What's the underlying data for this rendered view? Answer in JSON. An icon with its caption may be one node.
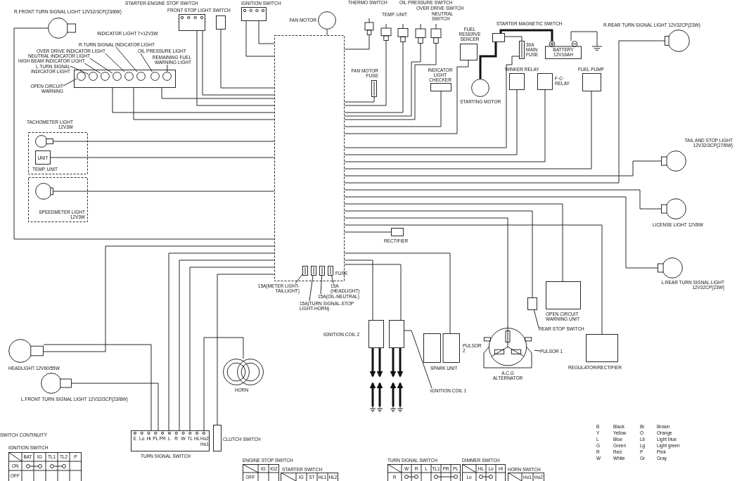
{
  "diagram": {
    "nodes": [
      {
        "text": [
          "STARTER-ENGINE STOP SWITCH"
        ]
      },
      {
        "text": [
          "FRONT STOP LIGHT SWITCH"
        ]
      },
      {
        "text": [
          "IGNITION SWITCH"
        ]
      },
      {
        "text": [
          "R.FRONT TURN SIGNAL LIGHT 12V32/3CP(23/8W)"
        ]
      },
      {
        "text": [
          "FAN MOTOR"
        ]
      },
      {
        "text": [
          "THERMO SWITCH"
        ]
      },
      {
        "text": [
          "TEMP. UNIT"
        ]
      },
      {
        "text": [
          "OIL PRESSURE SWITCH"
        ]
      },
      {
        "text": [
          "OVER DRIVE SWITCH"
        ]
      },
      {
        "text": [
          "NEUTRAL SWITCH"
        ]
      },
      {
        "text": [
          "FUEL RESERVE SENCER"
        ]
      },
      {
        "text": [
          "STARTING MOTOR"
        ]
      },
      {
        "text": [
          "STARTER MAGNETIC SWITCH"
        ]
      },
      {
        "text": [
          "30A MAIN FUSE"
        ]
      },
      {
        "text": [
          "BATTERY 12V16AH"
        ]
      },
      {
        "text": [
          "R.REAR TURN SIGNAL LIGHT 12V32CP(23W)"
        ]
      },
      {
        "text": [],
        "shape": "box"
      },
      {
        "text": [],
        "shape": "circle",
        "in": 16
      },
      {
        "text": [],
        "shape": "circle",
        "in": 16
      },
      {
        "text": [],
        "shape": "circle",
        "in": 16
      },
      {
        "text": [],
        "shape": "circle",
        "in": 16
      },
      {
        "text": [],
        "shape": "circle",
        "in": 16
      },
      {
        "text": [],
        "shape": "circle",
        "in": 16
      },
      {
        "text": [],
        "shape": "circle",
        "in": 16
      },
      {
        "text": [],
        "shape": "circle",
        "in": 16
      },
      {
        "text": [
          "OPEN CIRCUIT WARNING"
        ]
      },
      {
        "text": [
          "L.TURN SIGNAL INDICATOR LIGHT"
        ]
      },
      {
        "text": [
          "HIGH BEAM INDICATOR LIGHT"
        ]
      },
      {
        "text": [
          "NEUTRAL INDICATOR LIGHT"
        ]
      },
      {
        "text": [
          "OVER DRIVE INDICATOR LIGHT"
        ]
      },
      {
        "text": [
          "R.TURN SIGNAL INDICATOR LIGHT"
        ]
      },
      {
        "text": [
          "OIL PRESSURE LIGHT"
        ]
      },
      {
        "text": [
          "REMAINING FUEL WARNING LIGHT"
        ]
      },
      {
        "text": [
          "WINKER RELAY"
        ]
      },
      {
        "text": [
          "F·C· RELAY"
        ]
      },
      {
        "text": [
          "FUEL PUMP"
        ]
      },
      {
        "text": [
          "INDICATOR LIGHT CHECKER"
        ]
      },
      {
        "text": [
          "FAN MOTOR FUSE"
        ]
      },
      {
        "text": [
          "TACHOMETER LIGHT 12V3W"
        ]
      },
      {
        "text": [
          "UNIT",
          "TEMP. UNIT"
        ]
      },
      {
        "text": [
          "SPEEDMETER LIGHT 12V3W"
        ]
      },
      {
        "text": [],
        "shape": "box"
      },
      {
        "text": [],
        "shape": "fuse",
        "in": 41
      },
      {
        "text": [],
        "shape": "fuse",
        "in": 41
      },
      {
        "text": [],
        "shape": "fuse",
        "in": 41
      },
      {
        "text": [],
        "shape": "fuse",
        "in": 41
      },
      {
        "text": [
          "15A(METER LIGHT-TAILLIGHT)"
        ]
      },
      {
        "text": [
          "15A (HEADLIGHT)"
        ]
      },
      {
        "text": [
          "15A(OIL-NEUTRAL)"
        ]
      },
      {
        "text": [
          "15A(TURN SIGNAL-STOP LIGHT-HORN)"
        ]
      },
      {
        "text": [
          "RECTIFIER"
        ]
      },
      {
        "text": [
          "TAIL AND STOP LIGHT 12V32/3CP(27/8W)"
        ]
      },
      {
        "text": [
          "LICENSE LIGHT 12V8W"
        ]
      },
      {
        "text": [
          "L.REAR TURN SIGNAL LIGHT 12V32CP(23W)"
        ]
      },
      {
        "text": [
          "OPEN CIRCUIT WARNING UNIT"
        ]
      },
      {
        "text": [
          "REAR STOP SWITCH"
        ]
      },
      {
        "text": [],
        "shape": "box"
      },
      {
        "text": [
          "IGNITION COIL 2"
        ]
      },
      {
        "text": [],
        "shape": "box"
      },
      {
        "text": [
          "IGNITION COIL 1"
        ]
      },
      {
        "text": [
          "SPARK UNIT"
        ]
      },
      {
        "text": [
          "A.C.G ALTERNATOR"
        ]
      },
      {
        "text": [
          "PULSOR 1"
        ]
      },
      {
        "text": [
          "REGULATOR/RECTIFIER"
        ]
      },
      {
        "text": [
          "HEADLIGHT 12V60/55W"
        ]
      },
      {
        "text": [
          "L.FRONT TURN SIGNAL LIGHT 12V32/3CP(23/8W)"
        ]
      },
      {
        "text": [
          "HORN"
        ]
      },
      {
        "text": [
          "TURN SIGNAL SWITCH",
          "E",
          "Lo",
          "Hi",
          "PL",
          "PR",
          "L",
          "R",
          "W",
          "TL",
          "HL",
          "Ho2",
          "Ho1"
        ]
      },
      {
        "text": [
          "CLUTCH SWITCH"
        ]
      },
      {
        "text": [],
        "shape": "ground"
      },
      {
        "text": [],
        "shape": "ground"
      },
      {
        "text": [],
        "shape": "ground"
      },
      {
        "text": [],
        "shape": "ground"
      },
      {
        "text": [],
        "shape": "ground"
      }
    ],
    "edges": [
      {
        "from": 0,
        "to": 41,
        "arrow": "none"
      },
      {
        "from": 0,
        "to": 41,
        "arrow": "none"
      },
      {
        "from": 1,
        "to": 41,
        "arrow": "none"
      },
      {
        "from": 2,
        "to": 41,
        "arrow": "none"
      },
      {
        "from": 2,
        "to": 41,
        "arrow": "none"
      },
      {
        "from": 3,
        "to": 41,
        "arrow": "none"
      },
      {
        "from": 4,
        "to": 41,
        "arrow": "none"
      },
      {
        "from": 5,
        "to": 41,
        "arrow": "none"
      },
      {
        "from": 6,
        "to": 41,
        "arrow": "none"
      },
      {
        "from": 7,
        "to": 41,
        "arrow": "none"
      },
      {
        "from": 8,
        "to": 41,
        "arrow": "none"
      },
      {
        "from": 9,
        "to": 41,
        "arrow": "none"
      },
      {
        "from": 10,
        "to": 41,
        "arrow": "none"
      },
      {
        "from": 36,
        "to": 41,
        "arrow": "none"
      },
      {
        "from": 37,
        "to": 41,
        "arrow": "none"
      },
      {
        "from": 12,
        "to": 11,
        "arrow": "none",
        "style": "thick"
      },
      {
        "from": 14,
        "to": 12,
        "arrow": "none",
        "style": "thick"
      },
      {
        "from": 13,
        "to": 12,
        "arrow": "none"
      },
      {
        "from": 13,
        "to": 41,
        "arrow": "none"
      },
      {
        "from": 14,
        "to": 69,
        "arrow": "none"
      },
      {
        "from": 33,
        "to": 41,
        "arrow": "none"
      },
      {
        "from": 34,
        "to": 41,
        "arrow": "none"
      },
      {
        "from": 35,
        "to": 41,
        "arrow": "none"
      },
      {
        "from": 51,
        "to": 41,
        "arrow": "none"
      },
      {
        "from": 15,
        "to": 41,
        "arrow": "none"
      },
      {
        "from": 52,
        "to": 41,
        "arrow": "none"
      },
      {
        "from": 53,
        "to": 41,
        "arrow": "none"
      },
      {
        "from": 54,
        "to": 41,
        "arrow": "none"
      },
      {
        "from": 56,
        "to": 41,
        "arrow": "none"
      },
      {
        "from": 61,
        "to": 41,
        "arrow": "none"
      },
      {
        "from": 63,
        "to": 41,
        "arrow": "none"
      },
      {
        "from": 60,
        "to": 41,
        "arrow": "none"
      },
      {
        "from": 50,
        "to": 41,
        "arrow": "none"
      },
      {
        "from": 57,
        "to": 41,
        "arrow": "none"
      },
      {
        "from": 58,
        "to": 41,
        "arrow": "none"
      },
      {
        "from": 57,
        "to": null,
        "arrow": "to",
        "style": "thick"
      },
      {
        "from": 57,
        "to": null,
        "arrow": "to",
        "style": "thick"
      },
      {
        "from": 58,
        "to": null,
        "arrow": "to",
        "style": "thick"
      },
      {
        "from": 58,
        "to": null,
        "arrow": "to",
        "style": "thick"
      },
      {
        "from": 64,
        "to": 67,
        "arrow": "none"
      },
      {
        "from": 64,
        "to": 41,
        "arrow": "none"
      },
      {
        "from": 65,
        "to": 67,
        "arrow": "none"
      },
      {
        "from": 66,
        "to": 67,
        "arrow": "none"
      },
      {
        "from": 67,
        "to": 41,
        "arrow": "none"
      },
      {
        "from": 67,
        "to": 41,
        "arrow": "none"
      },
      {
        "from": 67,
        "to": 41,
        "arrow": "none"
      },
      {
        "from": 68,
        "to": 41,
        "arrow": "none"
      },
      {
        "from": 38,
        "to": 41,
        "arrow": "none"
      },
      {
        "from": 39,
        "to": 41,
        "arrow": "none"
      },
      {
        "from": 40,
        "to": 41,
        "arrow": "none"
      },
      {
        "from": 16,
        "to": 41,
        "arrow": "none"
      },
      {
        "from": 16,
        "to": 41,
        "arrow": "none"
      },
      {
        "from": 16,
        "to": 41,
        "arrow": "none"
      },
      {
        "from": 25,
        "to": 17,
        "arrow": "none"
      },
      {
        "from": 26,
        "to": 18,
        "arrow": "none"
      },
      {
        "from": 27,
        "to": 19,
        "arrow": "none"
      },
      {
        "from": 28,
        "to": 20,
        "arrow": "none"
      },
      {
        "from": 29,
        "to": 21,
        "arrow": "none"
      },
      {
        "from": 30,
        "to": 22,
        "arrow": "none"
      },
      {
        "from": 31,
        "to": 23,
        "arrow": "none"
      },
      {
        "from": 32,
        "to": 24,
        "arrow": "none"
      },
      {
        "from": 46,
        "to": 42,
        "arrow": "none"
      },
      {
        "from": 47,
        "to": 45,
        "arrow": "none"
      },
      {
        "from": 48,
        "to": 44,
        "arrow": "none"
      },
      {
        "from": 49,
        "to": 43,
        "arrow": "none"
      },
      {
        "from": 55,
        "to": 56,
        "arrow": "none"
      },
      {
        "from": 59,
        "to": 58,
        "arrow": "none"
      },
      {
        "from": 62,
        "to": 61,
        "arrow": "none"
      },
      {
        "from": 70,
        "to": null,
        "arrow": "to",
        "style": "thick"
      },
      {
        "from": 71,
        "to": null,
        "arrow": "to",
        "style": "thick"
      },
      {
        "from": 72,
        "to": null,
        "arrow": "to",
        "style": "thick"
      },
      {
        "from": 73,
        "to": null,
        "arrow": "to",
        "style": "thick"
      }
    ],
    "labels": [
      "SWITCH CONTINUITY",
      "IGNITION SWITCH",
      "BAT",
      "IG",
      "TL1",
      "TL2",
      "P",
      "ON",
      "OFF",
      "ENGINE STOP SWITCH",
      "IG",
      "IG2",
      "OFF",
      "STARTER SWITCH",
      "IG",
      "ST",
      "HL1",
      "HL2",
      "TURN SIGNAL SWITCH",
      "W",
      "R",
      "L",
      "TL1",
      "PR",
      "PL",
      "R",
      "DIMMER SWITCH",
      "HL",
      "Lo",
      "Hi",
      "Lo",
      "HORN SWITCH",
      "Ho1",
      "Ho2",
      "FUSE",
      "PULSOR 2",
      "B",
      "Black",
      "Br",
      "Brown",
      "Y",
      "Yellow",
      "O",
      "Orange",
      "L",
      "Blue",
      "Lb",
      "Light blue",
      "G",
      "Green",
      "Lg",
      "Light green",
      "R",
      "Red",
      "P",
      "Pink",
      "W",
      "White",
      "Gr",
      "Gray",
      "INDICATOR LIGHT 7×12V3W"
    ]
  }
}
